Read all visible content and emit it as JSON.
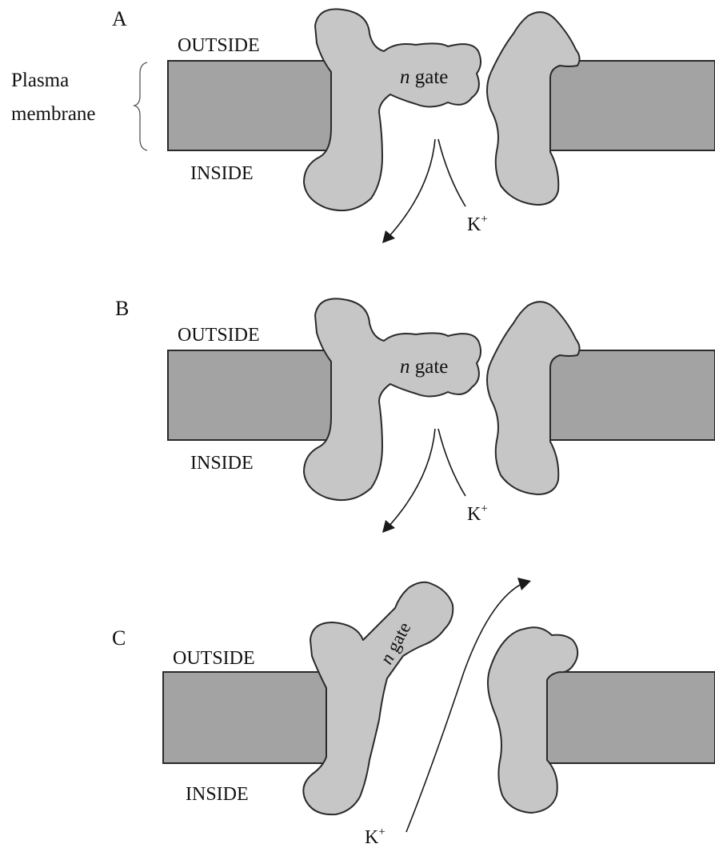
{
  "panels": [
    {
      "id": "A",
      "label": "A",
      "outside": "OUTSIDE",
      "inside": "INSIDE",
      "gate_label_prefix": "n",
      "gate_label_suffix": " gate",
      "ion": "K",
      "ion_charge": "+",
      "gate_state": "closed",
      "ion_flow": "blocked"
    },
    {
      "id": "B",
      "label": "B",
      "outside": "OUTSIDE",
      "inside": "INSIDE",
      "gate_label_prefix": "n",
      "gate_label_suffix": " gate",
      "ion": "K",
      "ion_charge": "+",
      "gate_state": "closed",
      "ion_flow": "blocked"
    },
    {
      "id": "C",
      "label": "C",
      "outside": "OUTSIDE",
      "inside": "INSIDE",
      "gate_label_prefix": "n",
      "gate_label_suffix": " gate",
      "ion": "K",
      "ion_charge": "+",
      "gate_state": "open",
      "ion_flow": "outward"
    }
  ],
  "membrane_label": {
    "line1": "Plasma",
    "line2": "membrane"
  },
  "colors": {
    "membrane": "#a3a3a3",
    "protein": "#c6c6c6",
    "outline": "#2a2a2a"
  }
}
